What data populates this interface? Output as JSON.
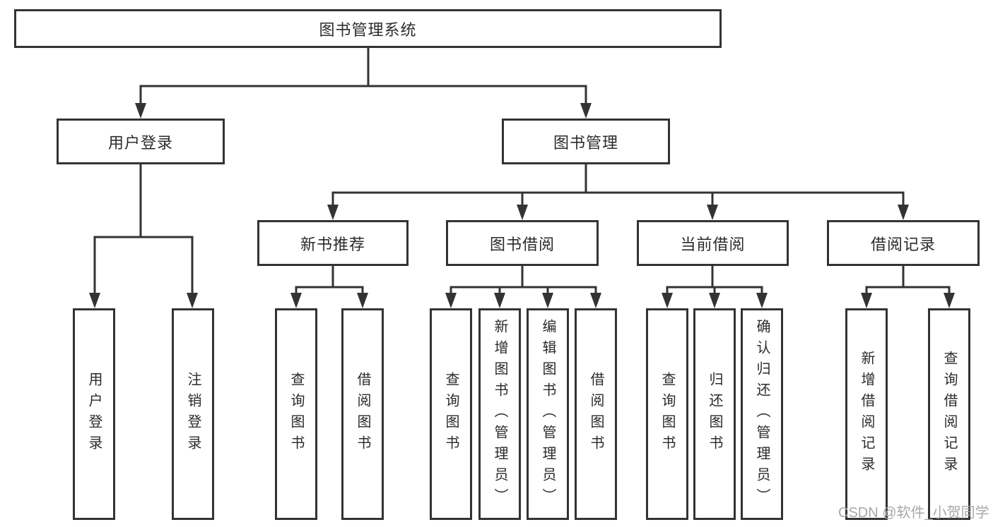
{
  "colors": {
    "line": "#333333",
    "box_border": "#333333",
    "text": "#2b2b2b",
    "watermark": "#a8a8a8",
    "background": "#ffffff"
  },
  "root": {
    "label": "图书管理系统"
  },
  "level1": [
    {
      "label": "用户登录"
    },
    {
      "label": "图书管理"
    }
  ],
  "level2": [
    {
      "label": "新书推荐"
    },
    {
      "label": "图书借阅"
    },
    {
      "label": "当前借阅"
    },
    {
      "label": "借阅记录"
    }
  ],
  "leaves": [
    {
      "label": "用户登录"
    },
    {
      "label": "注销登录"
    },
    {
      "label": "查询图书"
    },
    {
      "label": "借阅图书"
    },
    {
      "label": "查询图书"
    },
    {
      "label": "新增图书（管理员）"
    },
    {
      "label": "编辑图书（管理员）"
    },
    {
      "label": "借阅图书"
    },
    {
      "label": "查询图书"
    },
    {
      "label": "归还图书"
    },
    {
      "label": "确认归还（管理员）"
    },
    {
      "label": "新增借阅记录"
    },
    {
      "label": "查询借阅记录"
    }
  ],
  "watermark": {
    "text": "CSDN @软件_小贺同学"
  }
}
